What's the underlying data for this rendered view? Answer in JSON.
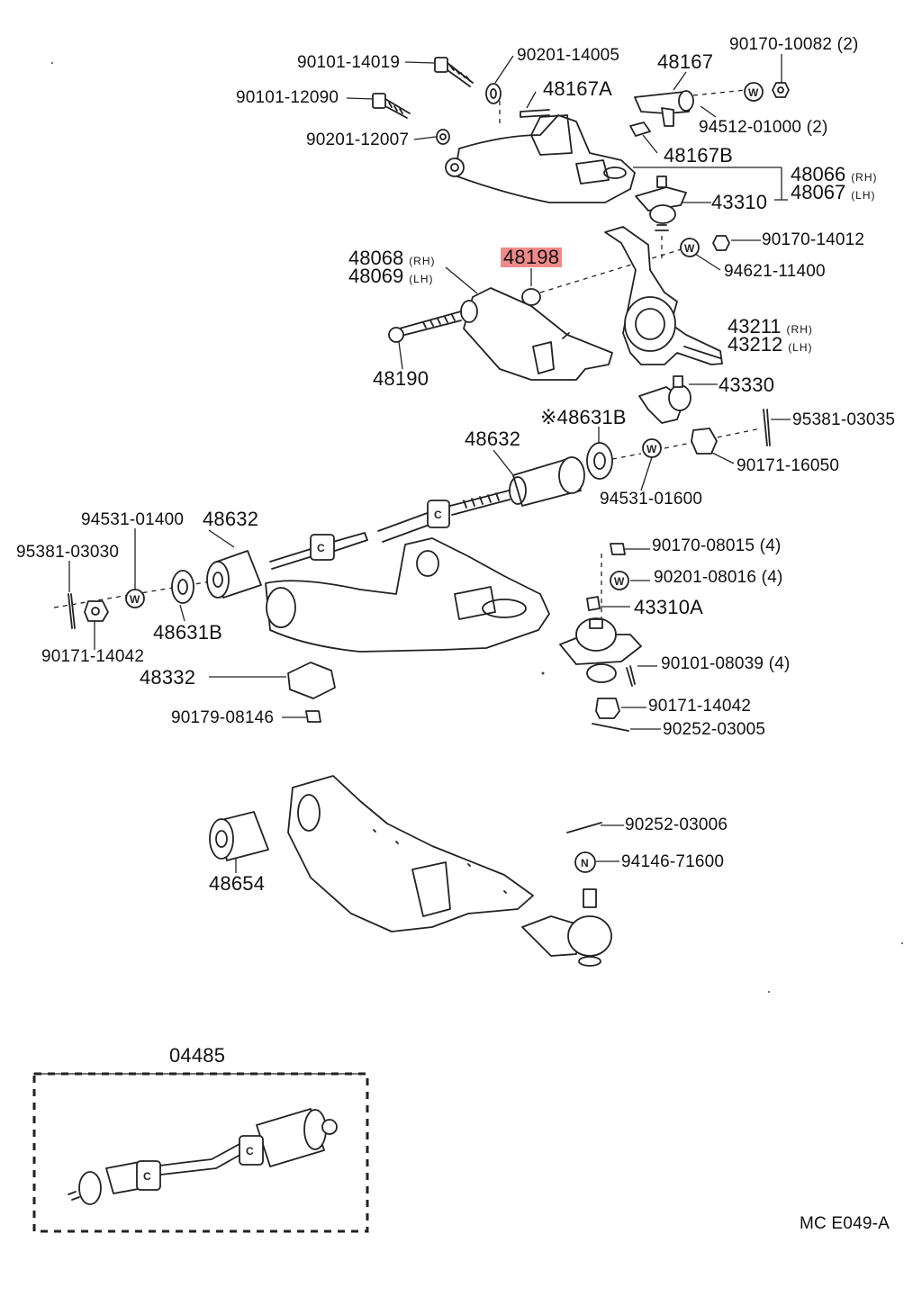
{
  "diagram_code": "MC E049-A",
  "highlight_color": "#f08a8a",
  "labels": {
    "p90101_14019": "90101-14019",
    "p90201_14005": "90201-14005",
    "p48167": "48167",
    "p90170_10082": "90170-10082 (2)",
    "p48167A": "48167A",
    "p90101_12090": "90101-12090",
    "p94512_01000": "94512-01000 (2)",
    "p90201_12007": "90201-12007",
    "p48167B": "48167B",
    "p43310": "43310",
    "p90170_14012": "90170-14012",
    "p48198": "48198",
    "p94621_11400": "94621-11400",
    "p48190": "48190",
    "p43330": "43330",
    "p48631B_a": "※48631B",
    "p95381_03035": "95381-03035",
    "p48632_a": "48632",
    "p90171_16050": "90171-16050",
    "p94531_01600": "94531-01600",
    "p94531_01400": "94531-01400",
    "p48632_b": "48632",
    "p95381_03030": "95381-03030",
    "p90170_08015": "90170-08015 (4)",
    "p90201_08016": "90201-08016 (4)",
    "p43310A": "43310A",
    "p48631B_b": "48631B",
    "p90171_14042_a": "90171-14042",
    "p90101_08039": "90101-08039 (4)",
    "p48332": "48332",
    "p90171_14042_b": "90171-14042",
    "p90179_08146": "90179-08146",
    "p90252_03005": "90252-03005",
    "p90252_03006": "90252-03006",
    "p94146_71600": "94146-71600",
    "p48654": "48654",
    "p04485": "04485"
  },
  "pairs": {
    "upper_arm": {
      "rh": "48066",
      "rh_side": "(RH)",
      "lh": "48067",
      "lh_side": "(LH)"
    },
    "lower_arm_upper": {
      "rh": "48068",
      "rh_side": "(RH)",
      "lh": "48069",
      "lh_side": "(LH)"
    },
    "knuckle": {
      "rh": "43211",
      "rh_side": "(RH)",
      "lh": "43212",
      "lh_side": "(LH)"
    }
  },
  "symbols": {
    "washer": "W",
    "nut": "N"
  },
  "icons": [
    "washer-icon",
    "nut-icon",
    "bolt-icon",
    "cotter-pin-icon",
    "bushing-icon",
    "ball-joint-icon",
    "control-arm-icon",
    "steering-knuckle-icon"
  ]
}
